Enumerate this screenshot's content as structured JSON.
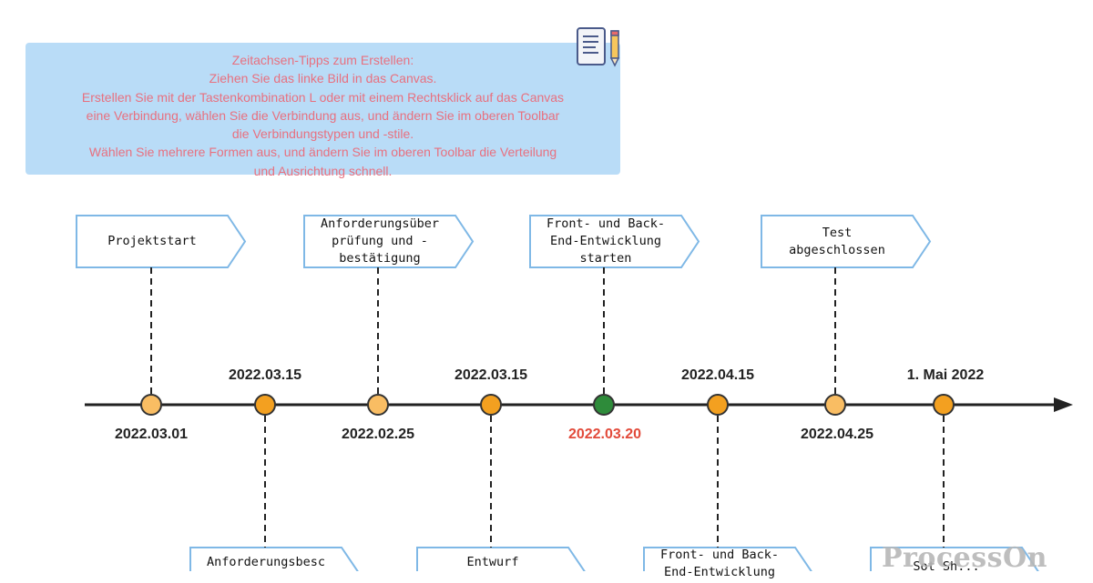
{
  "tips": {
    "lines": [
      "Zeitachsen-Tipps zum Erstellen:",
      "Ziehen Sie das linke Bild in das Canvas.",
      "Erstellen Sie mit der Tastenkombination L oder mit einem Rechtsklick auf das Canvas",
      "eine Verbindung, wählen Sie die Verbindung aus, und ändern Sie im oberen Toolbar",
      "die Verbindungstypen und -stile.",
      "Wählen Sie mehrere Formen aus, und ändern Sie im oberen Toolbar die Verteilung",
      "und Ausrichtung schnell."
    ]
  },
  "colors": {
    "tip_bg": "#b9dcf7",
    "tip_text": "#e8707f",
    "node_light": "#f9bd63",
    "node_dark": "#f3a020",
    "node_green": "#2e8b3a",
    "highlight_date": "#e24a3a",
    "tag_border": "#7fb8e6"
  },
  "top_tags": [
    "Projektstart",
    "Anforderungsüber\nprüfung und -\nbestätigung",
    "Front- und Back-\nEnd-Entwicklung\nstarten",
    "Test\nabgeschlossen"
  ],
  "bottom_tags": [
    "Anforderungsbesc",
    "Entwurf",
    "Front- und Back-\nEnd-Entwicklung",
    "Sot Sh..."
  ],
  "dates_above": [
    "2022.03.15",
    "2022.03.15",
    "2022.04.15",
    "1. Mai 2022"
  ],
  "dates_below": [
    "2022.03.01",
    "2022.02.25",
    "2022.03.20",
    "2022.04.25"
  ],
  "watermark": "ProcessOn"
}
